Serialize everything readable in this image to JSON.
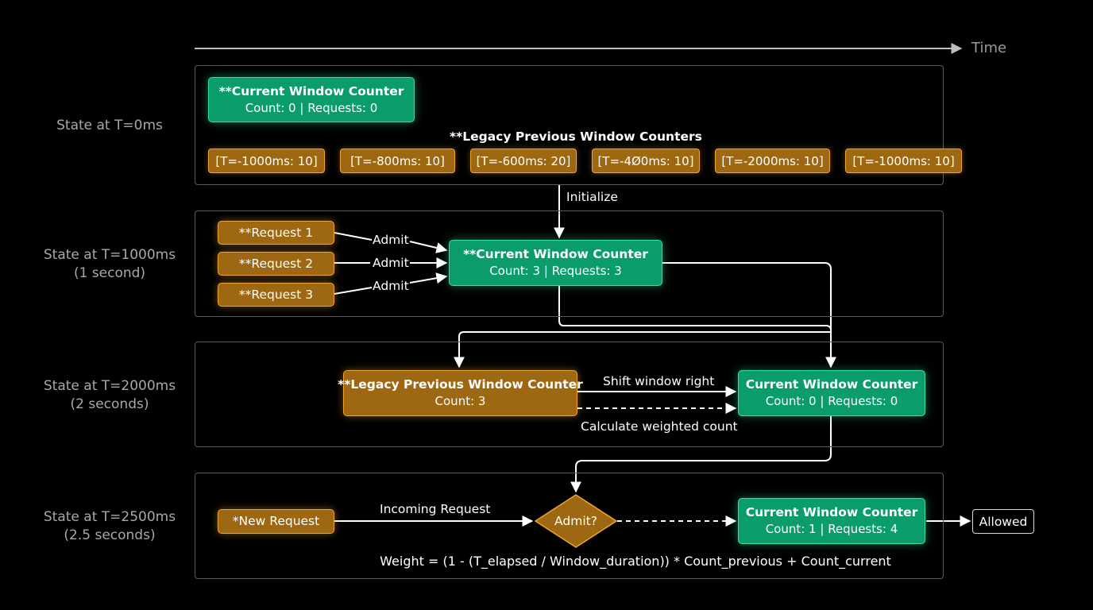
{
  "timeline": {
    "label": "Time"
  },
  "states": [
    {
      "label": "State at T=0ms"
    },
    {
      "label": "State at T=1000ms\n(1 second)"
    },
    {
      "label": "State at T=2000ms\n(2 seconds)"
    },
    {
      "label": "State at T=2500ms\n(2.5 seconds)"
    }
  ],
  "panel0": {
    "counter": {
      "title": "**Current Window Counter",
      "sub": "Count: 0 | Requests: 0"
    },
    "legacy_caption": "**Legacy Previous Window Counters",
    "legacy_chips": [
      "[T=-1000ms: 10]",
      "[T=-800ms: 10]",
      "[T=-600ms: 20]",
      "[T=-4Ø0ms: 10]",
      "[T=-2000ms: 10]",
      "[T=-1000ms: 10]"
    ]
  },
  "connectors": {
    "initialize": "Initialize"
  },
  "panel1": {
    "requests": [
      "**Request 1",
      "**Request 2",
      "**Request 3"
    ],
    "admit_labels": [
      "Admit",
      "Admit",
      "Admit"
    ],
    "counter": {
      "title": "**Current Window Counter",
      "sub": "Count: 3 | Requests: 3"
    }
  },
  "panel2": {
    "legacy": {
      "title": "**Legacy Previous Window Counter",
      "sub": "Count: 3"
    },
    "shift_label": "Shift window right",
    "weighted_label": "Calculate weighted count",
    "counter": {
      "title": "Current Window Counter",
      "sub": "Count: 0 | Requests: 0"
    }
  },
  "panel3": {
    "new_request": "*New Request",
    "incoming_label": "Incoming Request",
    "decision": "Admit?",
    "counter": {
      "title": "Current Window Counter",
      "sub": "Count: 1 | Requests: 4"
    },
    "result": "Allowed",
    "formula": "Weight = (1 - (T_elapsed / Window_duration)) * Count_previous + Count_current"
  },
  "colors": {
    "background": "#000000",
    "green_fill": "#0b9c6c",
    "green_border": "#2fe39c",
    "gold_fill": "#9e6812",
    "gold_border": "#f0a431",
    "panel_border": "#5a5a5a",
    "state_label": "#a8a8a8"
  }
}
